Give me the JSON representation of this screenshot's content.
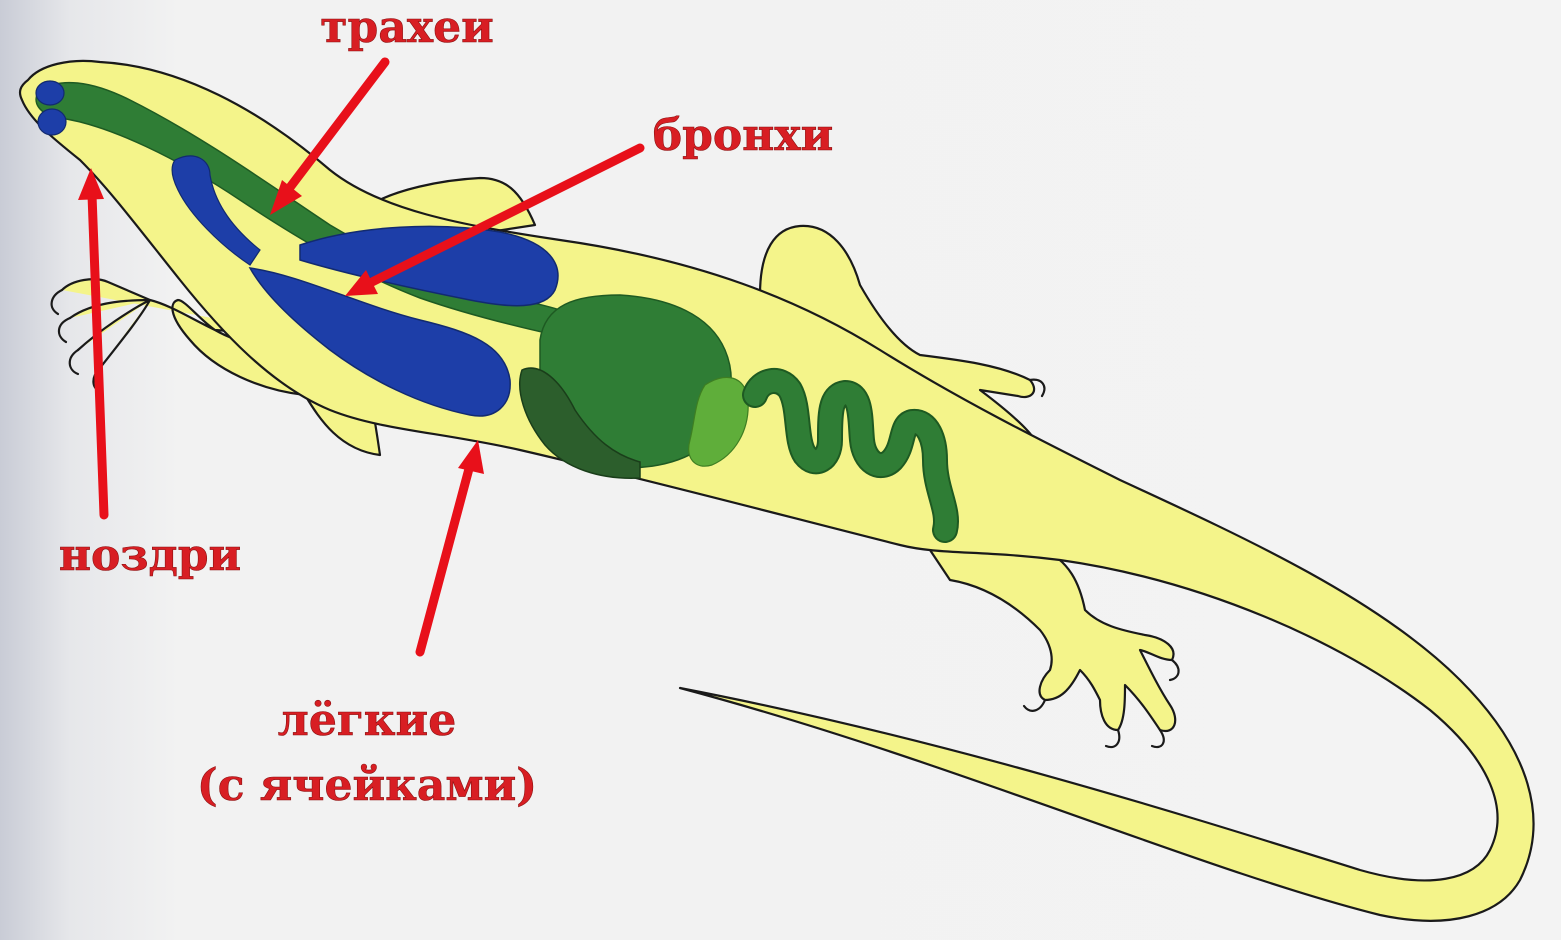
{
  "labels": {
    "trachea": "трахеи",
    "bronchi": "бронхи",
    "nostrils": "ноздри",
    "lungs_line1": "лёгкие",
    "lungs_line2": "(с ячейками)"
  },
  "colors": {
    "body": "#f4f48a",
    "airway": "#2f7d35",
    "lungs": "#1d3ea8",
    "liver": "#2c5e2c",
    "gut": "#2f7d35",
    "stomach_light": "#5fae3a",
    "arrow": "#e8101a",
    "label": "#d81e23"
  }
}
